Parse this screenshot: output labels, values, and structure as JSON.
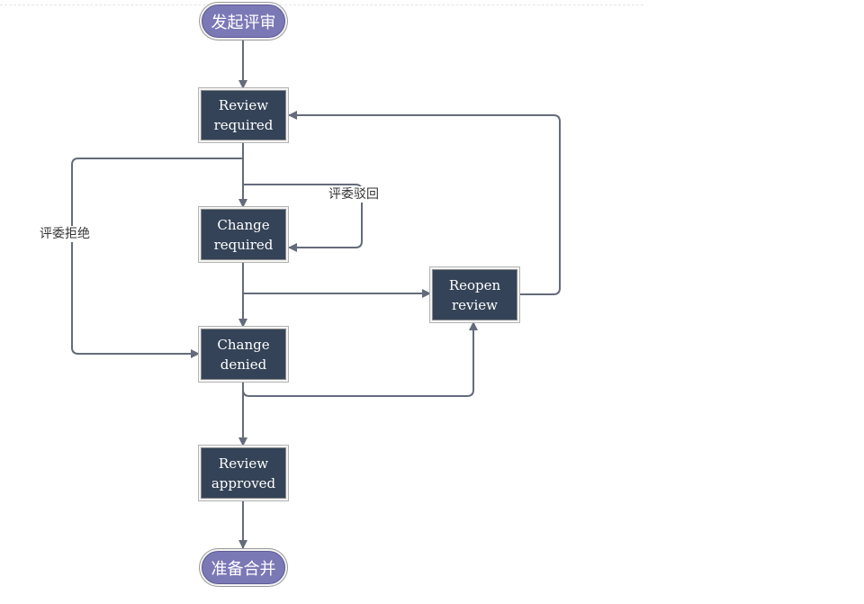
{
  "diagram": {
    "start_label": "发起评审",
    "end_label": "准备合并",
    "nodes": {
      "review_required": "Review\nrequired",
      "change_required": "Change\nrequired",
      "change_denied": "Change\ndenied",
      "review_approved": "Review\napproved",
      "reopen_review": "Reopen\nreview"
    },
    "edge_labels": {
      "reviewer_reject": "评委拒绝",
      "reviewer_send_back": "评委驳回"
    },
    "colors": {
      "node_fill": "#344357",
      "terminal_fill": "#7b78b6",
      "edge": "#646b7b"
    }
  }
}
